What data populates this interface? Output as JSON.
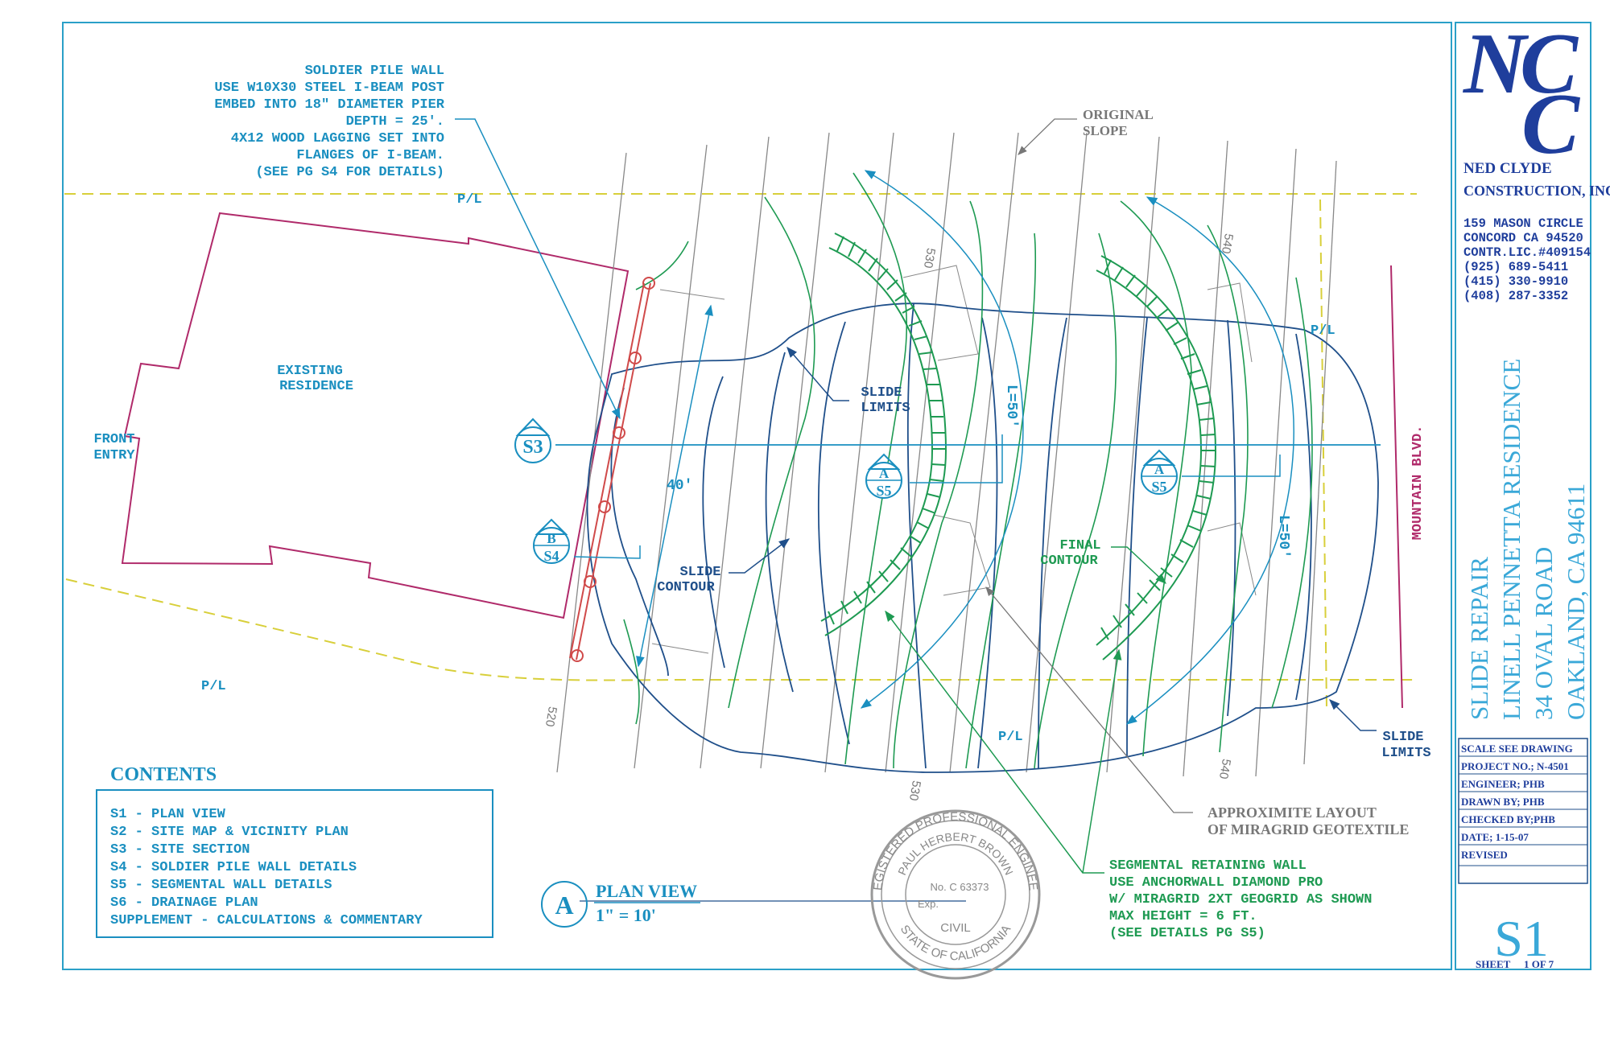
{
  "colors": {
    "border": "#2aa0c8",
    "blue": "#1a8fc0",
    "navy": "#1f4f8a",
    "green": "#1e9a52",
    "magenta": "#b02a6a",
    "red": "#d04a4a",
    "gray": "#777777",
    "yellow": "#d8cf3a",
    "logo": "#1f3e9c",
    "titleblue": "#3aa8d8"
  },
  "company": {
    "logo_line1": "NC",
    "logo_line2": "C",
    "name_line1": "NED CLYDE",
    "name_line2": "CONSTRUCTION, INC.",
    "address1": "159 MASON CIRCLE",
    "address2": "CONCORD CA 94520",
    "license": "CONTR.LIC.#409154",
    "phone1": "(925) 689-5411",
    "phone2": "(415) 330-9910",
    "phone3": "(408) 287-3352"
  },
  "project": {
    "title1": "SLIDE REPAIR",
    "title2": "LINELL PENNETTA RESIDENCE",
    "title3": "34 OVAL ROAD",
    "title4": "OAKLAND,  CA   94611"
  },
  "title_block": {
    "scale": "SCALE SEE DRAWING",
    "project_no": "PROJECT NO.; N-4501",
    "engineer": "ENGINEER; PHB",
    "drawn_by": "DRAWN BY; PHB",
    "checked_by": "CHECKED BY;PHB",
    "date": "DATE;    1-15-07",
    "revised": "REVISED",
    "sheet_id": "S1",
    "sheet_label": "SHEET",
    "sheet_count": "1 OF 7"
  },
  "notes": {
    "soldier_pile": [
      "SOLDIER PILE WALL",
      "USE W10X30 STEEL I-BEAM POST",
      "EMBED INTO 18\" DIAMETER PIER",
      "DEPTH = 25'.",
      "4X12 WOOD LAGGING SET INTO",
      "FLANGES OF I-BEAM.",
      "(SEE PG S4 FOR DETAILS)"
    ],
    "original_slope": [
      "ORIGINAL",
      "SLOPE"
    ],
    "existing_residence": [
      "EXISTING",
      "RESIDENCE"
    ],
    "front_entry": [
      "FRONT",
      "ENTRY"
    ],
    "slide_limits_top": [
      "SLIDE",
      "LIMITS"
    ],
    "slide_limits_bottom": [
      "SLIDE",
      "LIMITS"
    ],
    "slide_contour": [
      "SLIDE",
      "CONTOUR"
    ],
    "final_contour": [
      "FINAL",
      "CONTOUR"
    ],
    "mountain_blvd": "MOUNTAIN BLVD.",
    "miragrid": [
      "APPROXIMITE LAYOUT",
      "OF MIRAGRID GEOTEXTILE"
    ],
    "segmental_wall": [
      "SEGMENTAL RETAINING WALL",
      "USE ANCHORWALL DIAMOND PRO",
      "W/ MIRAGRID 2XT GEOGRID AS SHOWN",
      "MAX HEIGHT = 6 FT.",
      "(SEE DETAILS PG S5)"
    ],
    "pl": "P/L",
    "dim_40": "40'",
    "dim_l50": "L=50'",
    "contour_520": "520",
    "contour_530": "530",
    "contour_540": "540"
  },
  "markers": {
    "s3": "S3",
    "b": "B",
    "s4": "S4",
    "a": "A",
    "s5": "S5"
  },
  "contents": {
    "heading": "CONTENTS",
    "items": [
      "S1  -  PLAN VIEW",
      "S2  -  SITE MAP & VICINITY PLAN",
      "S3  -  SITE SECTION",
      "S4  -  SOLDIER PILE WALL DETAILS",
      "S5  -  SEGMENTAL WALL DETAILS",
      "S6  -  DRAINAGE PLAN",
      "SUPPLEMENT  -  CALCULATIONS & COMMENTARY"
    ]
  },
  "plan_view": {
    "letter": "A",
    "title": "PLAN VIEW",
    "scale": "1\" = 10'"
  },
  "stamp": {
    "ring_top": "REGISTERED PROFESSIONAL ENGINEER",
    "name": "PAUL HERBERT BROWN",
    "number": "No. C 63373",
    "exp": "Exp.",
    "discipline": "CIVIL",
    "state": "STATE OF CALIFORNIA"
  }
}
